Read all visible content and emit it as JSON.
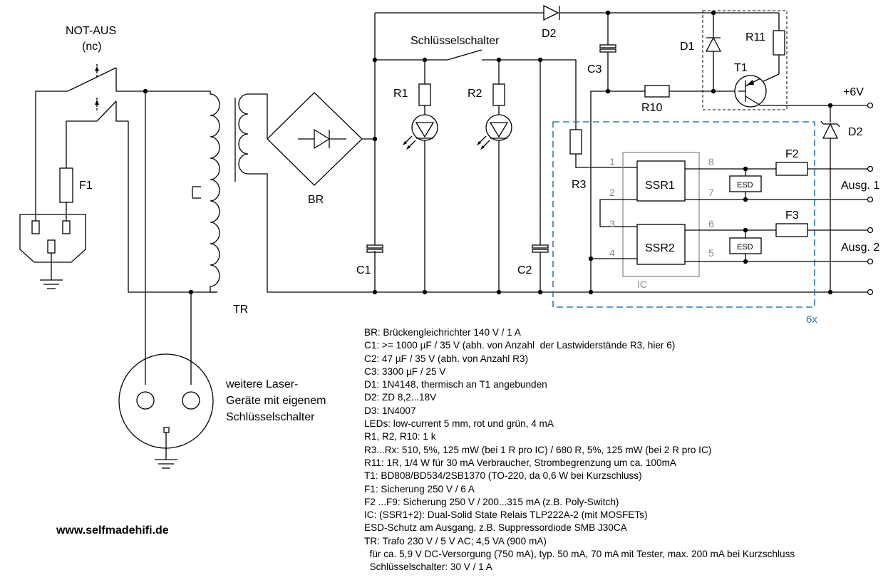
{
  "labels": {
    "not_aus": "NOT-AUS",
    "nc": "(nc)",
    "f1": "F1",
    "tr": "TR",
    "br": "BR",
    "c1": "C1",
    "c2": "C2",
    "c3": "C3",
    "r1": "R1",
    "r2": "R2",
    "r3": "R3",
    "r10": "R10",
    "r11": "R11",
    "d1": "D1",
    "d2_top": "D2",
    "d2_right": "D2",
    "t1": "T1",
    "schluesselschalter": "Schlüsselschalter",
    "plus6v": "+6V",
    "f2": "F2",
    "f3": "F3",
    "ssr1": "SSR1",
    "ssr2": "SSR2",
    "esd1": "ESD",
    "esd2": "ESD",
    "ic": "IC",
    "ausg1": "Ausg. 1",
    "ausg2": "Ausg. 2",
    "times6": "6x",
    "laser1": "weitere Laser-",
    "laser2": "Geräte mit eigenem",
    "laser3": "Schlüsselschalter",
    "pins": [
      "1",
      "2",
      "3",
      "4",
      "5",
      "6",
      "7",
      "8"
    ]
  },
  "notes": [
    "BR: Brückengleichrichter 140 V / 1 A",
    "C1: >= 1000 µF / 35 V (abh. von Anzahl  der Lastwiderstände R3, hier 6)",
    "C2: 47 µF / 35 V (abh. von Anzahl R3)",
    "C3: 3300 µF / 25 V",
    "D1: 1N4148, thermisch an T1 angebunden",
    "D2: ZD 8,2...18V",
    "D3: 1N4007",
    "LEDs: low-current 5 mm, rot und grün, 4 mA",
    "R1, R2, R10: 1 k",
    "R3...Rx: 510, 5%, 125 mW (bei 1 R pro IC) / 680 R, 5%, 125 mW (bei 2 R pro IC)",
    "R11: 1R, 1/4 W für 30 mA Verbraucher, Strombegrenzung um ca. 100mA",
    "T1: BD808/BD534/2SB1370 (TO-220, da 0,6 W bei Kurzschluss)",
    "F1: Sicherung 250 V / 6 A",
    "F2 ...F9: Sicherung 250 V / 200...315 mA (z.B. Poly-Switch)",
    "IC: (SSR1+2): Dual-Solid State Relais TLP222A-2 (mit MOSFETs)",
    "ESD-Schutz am Ausgang, z.B. Suppressordiode SMB J30CA",
    "TR: Trafo 230 V / 5 V AC; 4,5 VA (900 mA)",
    "  für ca. 5,9 V DC-Versorgung (750 mA), typ. 50 mA, 70 mA mit Tester, max. 200 mA bei Kurzschluss",
    "  Schlüsselschalter: 30 V / 1 A"
  ],
  "website": "www.selfmadehifi.de",
  "colors": {
    "ink": "#000000",
    "module_border": "#2b7bb9",
    "ic_outline": "#8a8a8a"
  }
}
